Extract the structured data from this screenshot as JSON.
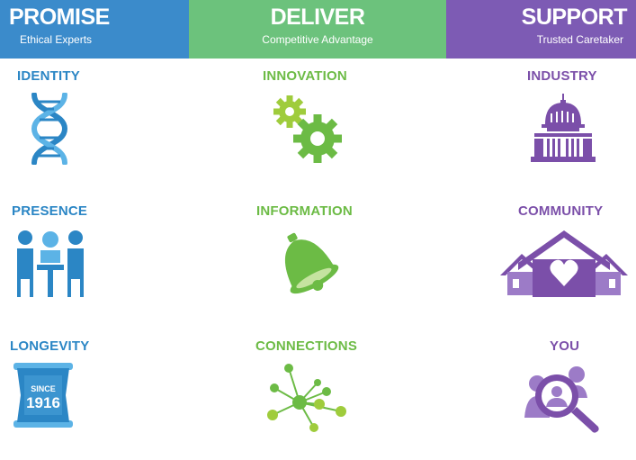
{
  "headers": [
    {
      "title": "PROMISE",
      "subtitle": "Ethical Experts"
    },
    {
      "title": "DELIVER",
      "subtitle": "Competitive Advantage"
    },
    {
      "title": "SUPPORT",
      "subtitle": "Trusted Caretaker"
    }
  ],
  "items": {
    "identity": "IDENTITY",
    "innovation": "INNOVATION",
    "industry": "INDUSTRY",
    "presence": "PRESENCE",
    "information": "INFORMATION",
    "community": "COMMUNITY",
    "longevity": "LONGEVITY",
    "connections": "CONNECTIONS",
    "you": "YOU"
  },
  "since_badge": {
    "line1": "SINCE",
    "line2": "1916"
  },
  "colors": {
    "promise": "#3b8bcb",
    "deliver": "#6cc27c",
    "support": "#7d5bb4"
  },
  "icons": [
    "dna-icon",
    "gears-icon",
    "capitol-building-icon",
    "meeting-icon",
    "bell-icon",
    "houses-heart-icon",
    "scroll-icon",
    "network-icon",
    "user-search-icon"
  ]
}
